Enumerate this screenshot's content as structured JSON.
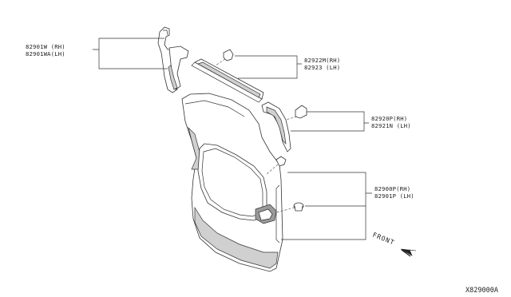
{
  "labels": {
    "p82901_rh": "82901W (RH)",
    "p82901_lh": "82901WA(LH)",
    "p82922_rh": "82922M(RH)",
    "p82923_lh": "82923 (LH)",
    "p82920_rh": "82920P(RH)",
    "p82921_lh": "82921N (LH)",
    "p82900_rh": "82900P(RH)",
    "p82901_lh2": "82901P (LH)"
  },
  "front_label": "FRONT",
  "diagram_ref": "X829000A"
}
